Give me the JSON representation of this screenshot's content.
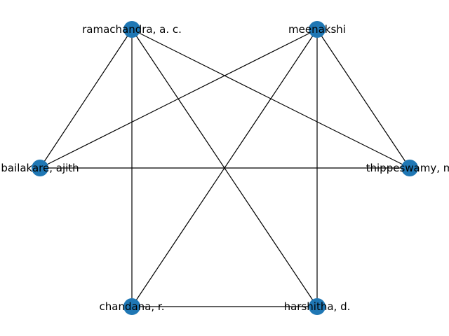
{
  "graph": {
    "node_color": "#1f77b4",
    "edge_color": "#000000",
    "nodes": [
      {
        "id": "ramachandra",
        "label": "ramachandra, a. c."
      },
      {
        "id": "meenakshi",
        "label": "meenakshi"
      },
      {
        "id": "bailakare",
        "label": "bailakare, ajith"
      },
      {
        "id": "thippeswamy",
        "label": "thippeswamy, m"
      },
      {
        "id": "chandana",
        "label": "chandana, r."
      },
      {
        "id": "harshitha",
        "label": "harshitha, d."
      }
    ],
    "edges": [
      [
        "ramachandra",
        "bailakare"
      ],
      [
        "ramachandra",
        "chandana"
      ],
      [
        "ramachandra",
        "harshitha"
      ],
      [
        "ramachandra",
        "thippeswamy"
      ],
      [
        "meenakshi",
        "bailakare"
      ],
      [
        "meenakshi",
        "chandana"
      ],
      [
        "meenakshi",
        "harshitha"
      ],
      [
        "meenakshi",
        "thippeswamy"
      ],
      [
        "bailakare",
        "thippeswamy"
      ],
      [
        "chandana",
        "harshitha"
      ]
    ]
  }
}
